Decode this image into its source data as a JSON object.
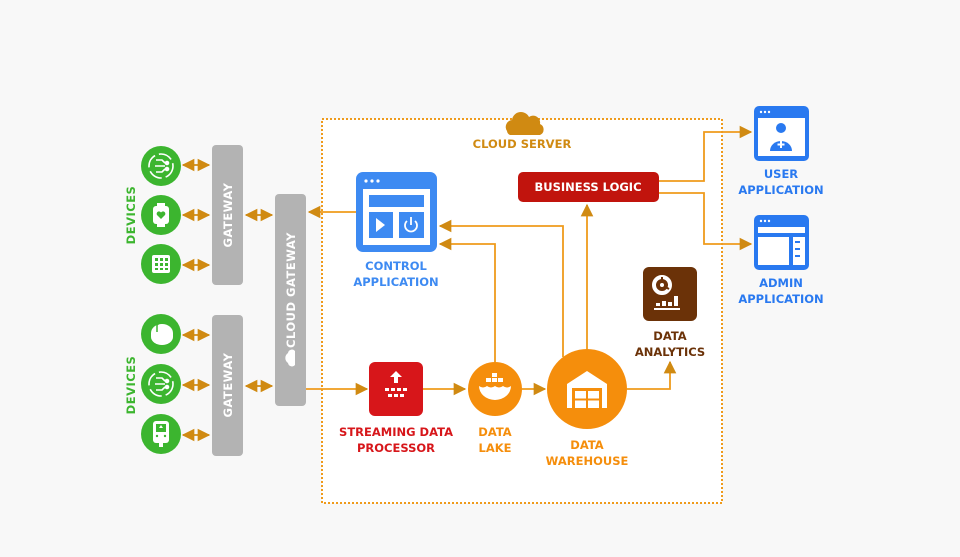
{
  "colors": {
    "background": "#f8f8f8",
    "device_green": "#3cb52f",
    "device_label": "#3cb52f",
    "gateway_gray": "#b3b3b3",
    "arrow_orange": "#d08a12",
    "server_border": "#ef9b1c",
    "cloud_server_label": "#d08a12",
    "app_blue": "#2979f0",
    "control_blue": "#3d8af2",
    "business_red": "#c1140d",
    "streaming_red": "#d7161a",
    "data_orange": "#f58e0c",
    "analytics_brown": "#6b3208"
  },
  "devices_group_top": {
    "label": "DEVICES",
    "devices": [
      {
        "icon": "circuit-icon"
      },
      {
        "icon": "smartwatch-heart-icon"
      },
      {
        "icon": "chip-icon"
      }
    ],
    "gateway_label": "GATEWAY"
  },
  "devices_group_bottom": {
    "label": "DEVICES",
    "devices": [
      {
        "icon": "mouse-icon"
      },
      {
        "icon": "circuit-icon"
      },
      {
        "icon": "glucose-meter-icon"
      }
    ],
    "gateway_label": "GATEWAY"
  },
  "cloud_gateway": {
    "label": "CLOUD GATEWAY",
    "icon": "cloud-wifi-icon"
  },
  "cloud_server": {
    "label": "CLOUD SERVER",
    "icon": "cloud-icon"
  },
  "control_application": {
    "line1": "CONTROL",
    "line2": "APPLICATION",
    "icon": "browser-play-power-icon"
  },
  "business_logic": {
    "label": "BUSINESS LOGIC"
  },
  "streaming_processor": {
    "line1": "STREAMING DATA",
    "line2": "PROCESSOR",
    "icon": "upload-blocks-icon"
  },
  "data_lake": {
    "line1": "DATA",
    "line2": "LAKE",
    "icon": "container-ship-icon"
  },
  "data_warehouse": {
    "line1": "DATA",
    "line2": "WAREHOUSE",
    "icon": "warehouse-icon"
  },
  "data_analytics": {
    "line1": "DATA",
    "line2": "ANALYTICS",
    "icon": "pie-bar-chart-icon"
  },
  "user_application": {
    "line1": "USER",
    "line2": "APPLICATION",
    "icon": "browser-user-icon"
  },
  "admin_application": {
    "line1": "ADMIN",
    "line2": "APPLICATION",
    "icon": "browser-admin-icon"
  }
}
